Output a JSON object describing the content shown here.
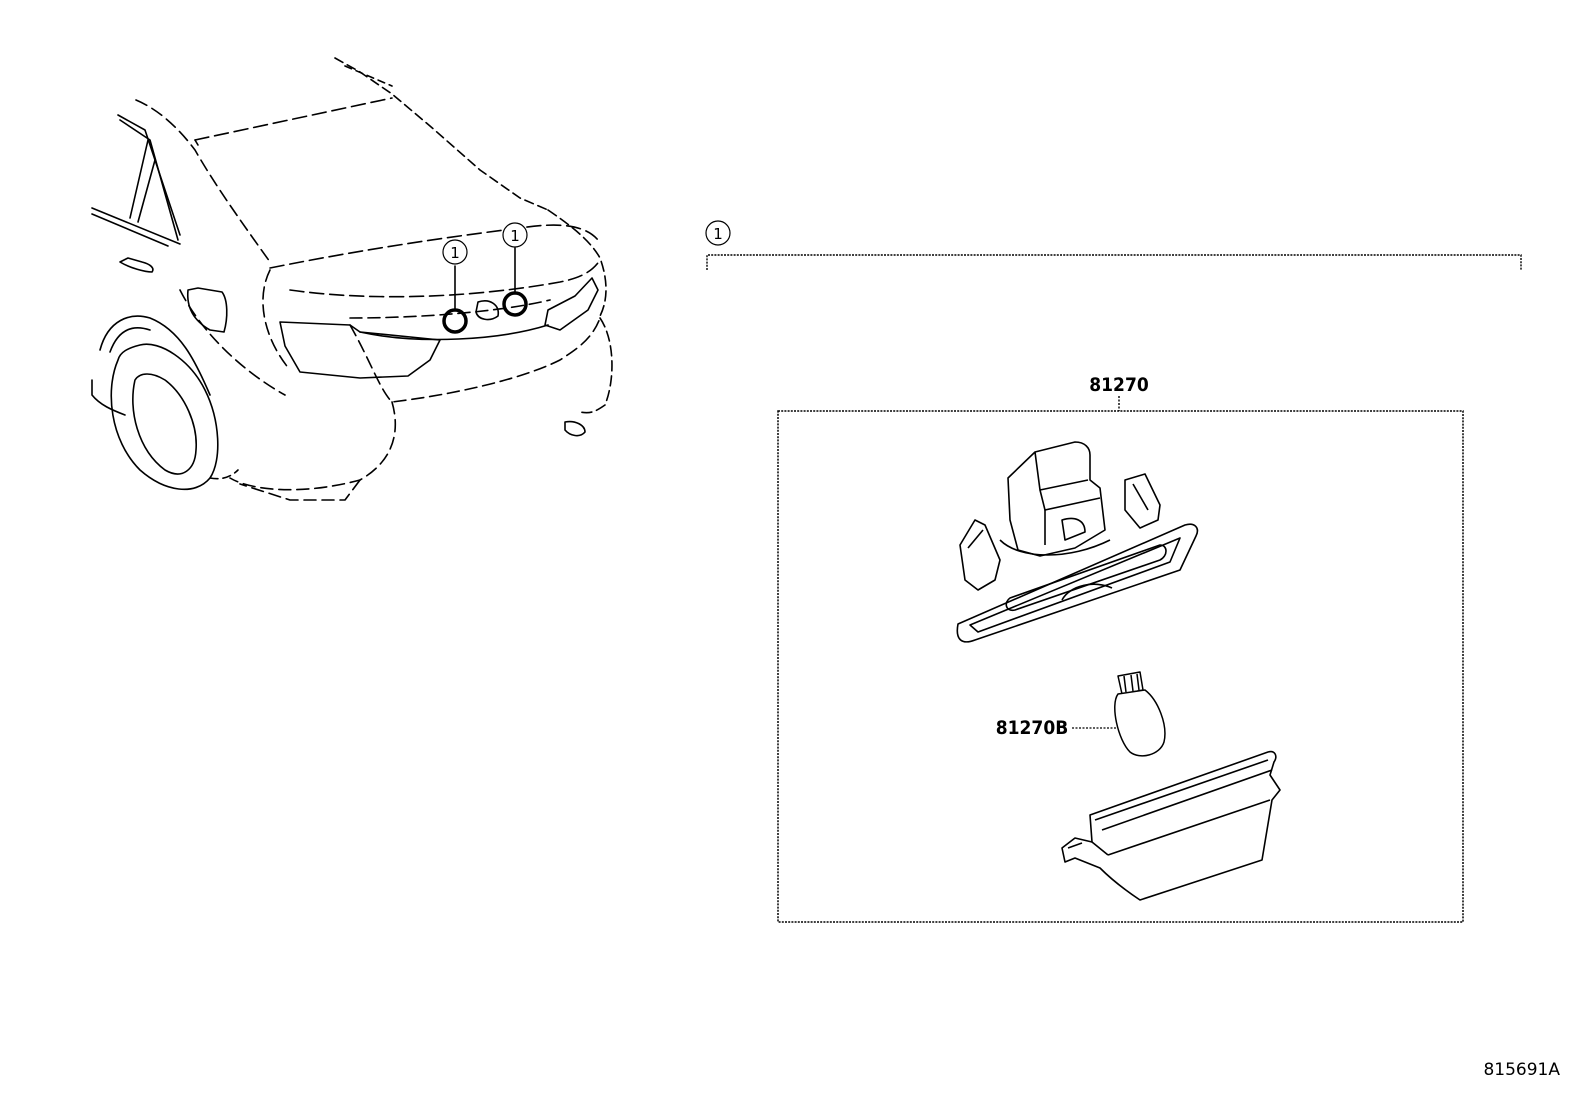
{
  "callouts": {
    "car_left": "1",
    "car_right": "1",
    "bracket": "1"
  },
  "parts": {
    "assembly": "81270",
    "bulb": "81270B"
  },
  "diagram_code": "815691A"
}
